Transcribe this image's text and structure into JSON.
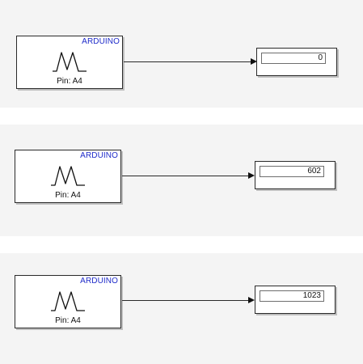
{
  "canvas": {
    "background_color": "#f4f4f4",
    "block_border_color": "#2a2a2a",
    "brand_color": "#1f2bc9"
  },
  "models": [
    {
      "analog_input": {
        "brand": "ARDUINO",
        "icon": "analog-wave-icon",
        "pin_label": "Pin: A4"
      },
      "display": {
        "value": "0"
      }
    },
    {
      "analog_input": {
        "brand": "ARDUINO",
        "icon": "analog-wave-icon",
        "pin_label": "Pin: A4"
      },
      "display": {
        "value": "602"
      }
    },
    {
      "analog_input": {
        "brand": "ARDUINO",
        "icon": "analog-wave-icon",
        "pin_label": "Pin: A4"
      },
      "display": {
        "value": "1023"
      }
    }
  ]
}
